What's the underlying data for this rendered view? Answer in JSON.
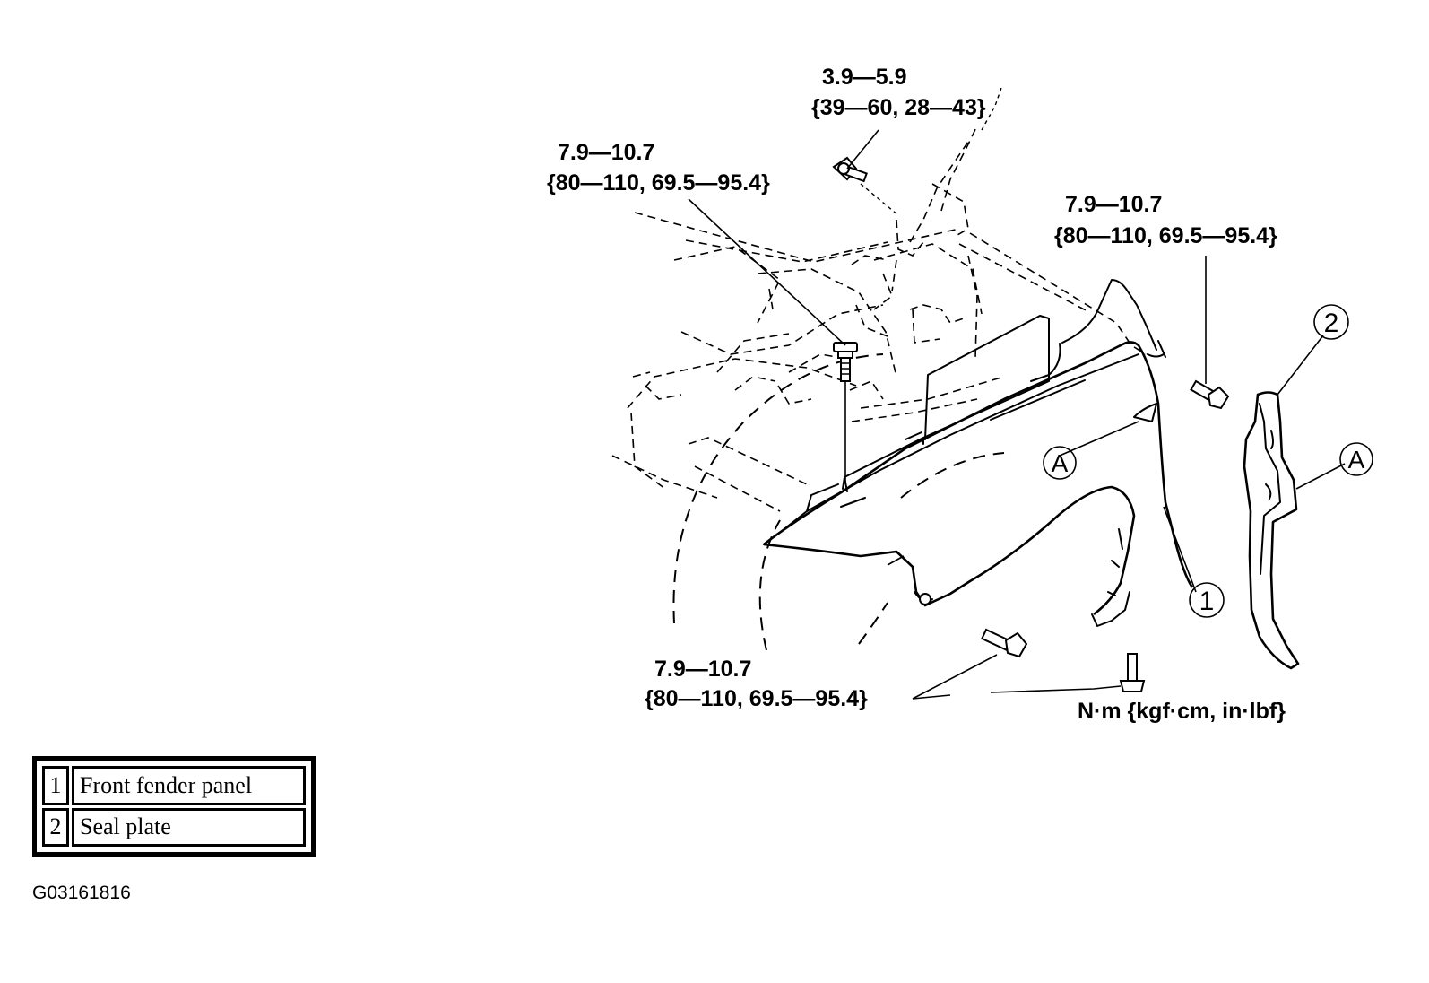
{
  "torque_specs": {
    "top_center": {
      "line1": "3.9—5.9",
      "line2": "{39—60, 28—43}"
    },
    "upper_left": {
      "line1": "7.9—10.7",
      "line2": "{80—110, 69.5—95.4}"
    },
    "upper_right": {
      "line1": "7.9—10.7",
      "line2": "{80—110, 69.5—95.4}"
    },
    "bottom": {
      "line1": "7.9—10.7",
      "line2": "{80—110, 69.5—95.4}"
    }
  },
  "units": "N·m {kgf·cm, in·lbf}",
  "callouts": {
    "part1": "1",
    "part2": "2",
    "detail_a_fender": "A",
    "detail_a_seal": "A"
  },
  "legend": [
    {
      "number": "1",
      "name": "Front fender panel"
    },
    {
      "number": "2",
      "name": "Seal plate"
    }
  ],
  "figure_id": "G03161816"
}
